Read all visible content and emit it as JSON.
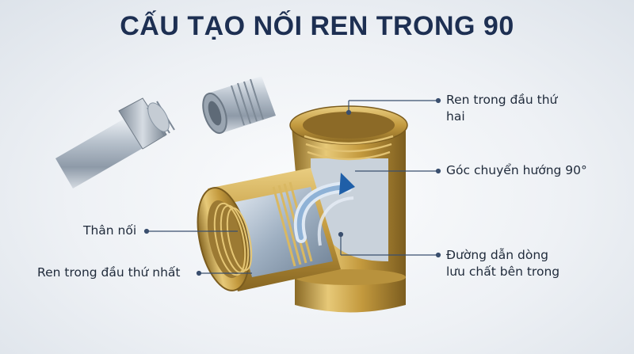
{
  "title": "CẤU TẠO NỐI REN TRONG 90",
  "labels": {
    "second_thread_line1": "Ren trong đầu thứ",
    "second_thread_line2": "hai",
    "direction_change": "Góc chuyển hướng 90°",
    "body": "Thân nối",
    "first_thread": "Ren trong đầu thứ nhất",
    "flow_path_line1": "Đường dẫn dòng",
    "flow_path_line2": "lưu chất bên trong"
  },
  "colors": {
    "title": "#1d2f52",
    "leader": "#3a4f6e",
    "brass": "#c9a24a",
    "steel": "#aeb8c4",
    "flow_arrow": "#1f5fa8"
  }
}
